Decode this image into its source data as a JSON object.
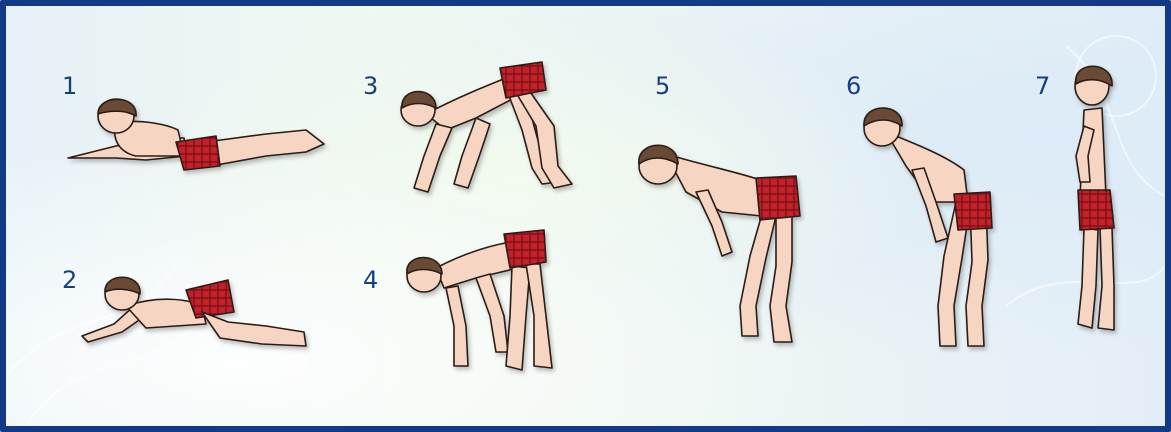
{
  "steps": [
    {
      "label": "1"
    },
    {
      "label": "2"
    },
    {
      "label": "3"
    },
    {
      "label": "4"
    },
    {
      "label": "5"
    },
    {
      "label": "6"
    },
    {
      "label": "7"
    }
  ],
  "colors": {
    "border": "#123a86",
    "number": "#17407f",
    "skin": "#f6d6c2",
    "hair": "#6b4a36",
    "shorts": "#c0222c",
    "outline": "#2b1d16"
  }
}
